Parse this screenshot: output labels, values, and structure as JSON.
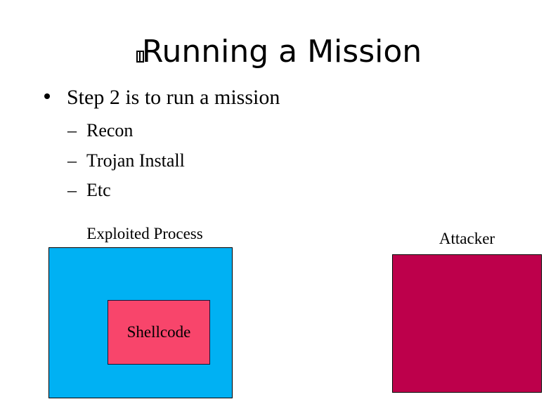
{
  "slide": {
    "background_color": "#FFFFFF",
    "text_color": "#000000",
    "title": {
      "missing_glyph": "□",
      "text": "Running a Mission"
    },
    "bullets": {
      "level1": {
        "marker": "●",
        "text": "Step 2 is to run a mission"
      },
      "level2": [
        {
          "marker": "–",
          "text": "Recon"
        },
        {
          "marker": "–",
          "text": "Trojan Install"
        },
        {
          "marker": "–",
          "text": "Etc"
        }
      ]
    },
    "diagram": {
      "exploited_process": {
        "label": "Exploited Process",
        "fill_color": "#00B1F3",
        "border_color": "#000000"
      },
      "shellcode": {
        "label": "Shellcode",
        "fill_color": "#F8456B",
        "border_color": "#161637"
      },
      "attacker": {
        "label": "Attacker",
        "fill_color": "#BD004B",
        "border_color": "#000000"
      }
    }
  }
}
